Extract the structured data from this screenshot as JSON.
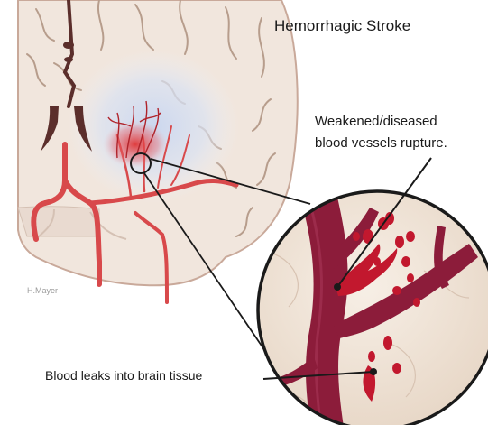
{
  "title": "Hemorrhagic Stroke",
  "callouts": {
    "rupture_line1": "Weakened/diseased",
    "rupture_line2": "blood vessels rupture.",
    "leak": "Blood leaks into brain tissue"
  },
  "credit": "H.Mayer",
  "colors": {
    "brain_tissue": "#f1e6dd",
    "brain_shadow": "#c9a99a",
    "artery_red": "#d8494b",
    "vein_maroon": "#8c1c3a",
    "blood_drop": "#c2182e",
    "perfusion_glow": "#cfdaf0",
    "ventricle": "#5b2e2b"
  }
}
